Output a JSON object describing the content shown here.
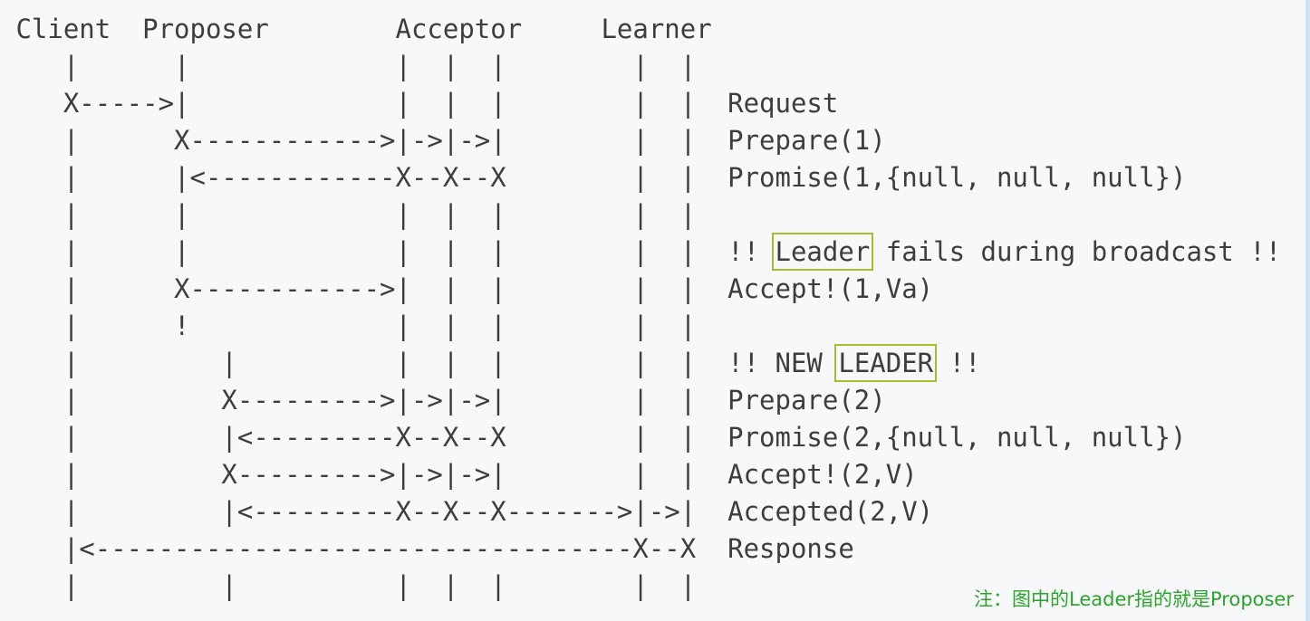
{
  "diagram": {
    "rows": [
      {
        "text": " Client  Proposer        Acceptor     Learner"
      },
      {
        "text": "    |      |             |  |  |        |  |"
      },
      {
        "text": "    X----->|             |  |  |        |  |  Request"
      },
      {
        "text": "    |      X------------>|->|->|        |  |  Prepare(1)"
      },
      {
        "text": "    |      |<------------X--X--X        |  |  Promise(1,{null, null, null})"
      },
      {
        "text": "    |      |             |  |  |        |  |"
      },
      {
        "pre": "    |      |             |  |  |        |  |  !! ",
        "boxed": "Leader",
        "post": " fails during broadcast !!"
      },
      {
        "text": "    |      X------------>|  |  |        |  |  Accept!(1,Va)"
      },
      {
        "text": "    |      !             |  |  |        |  |"
      },
      {
        "pre": "    |         |          |  |  |        |  |  !! NEW ",
        "boxed": "LEADER",
        "post": " !!"
      },
      {
        "text": "    |         X--------->|->|->|        |  |  Prepare(2)"
      },
      {
        "text": "    |         |<---------X--X--X        |  |  Promise(2,{null, null, null})"
      },
      {
        "text": "    |         X--------->|->|->|        |  |  Accept!(2,V)"
      },
      {
        "text": "    |         |<---------X--X--X------->|->|  Accepted(2,V)"
      },
      {
        "text": "    |<----------------------------------X--X  Response"
      },
      {
        "text": "    |         |          |  |  |        |  |"
      }
    ]
  },
  "note": {
    "text": "注：图中的Leader指的就是Proposer"
  },
  "colors": {
    "background": "#f7f8fa",
    "text": "#3d3d3d",
    "highlight_box_border": "#a4bf2a",
    "note_text": "#2aa52a",
    "screen_edge": "#cfe3f6"
  }
}
